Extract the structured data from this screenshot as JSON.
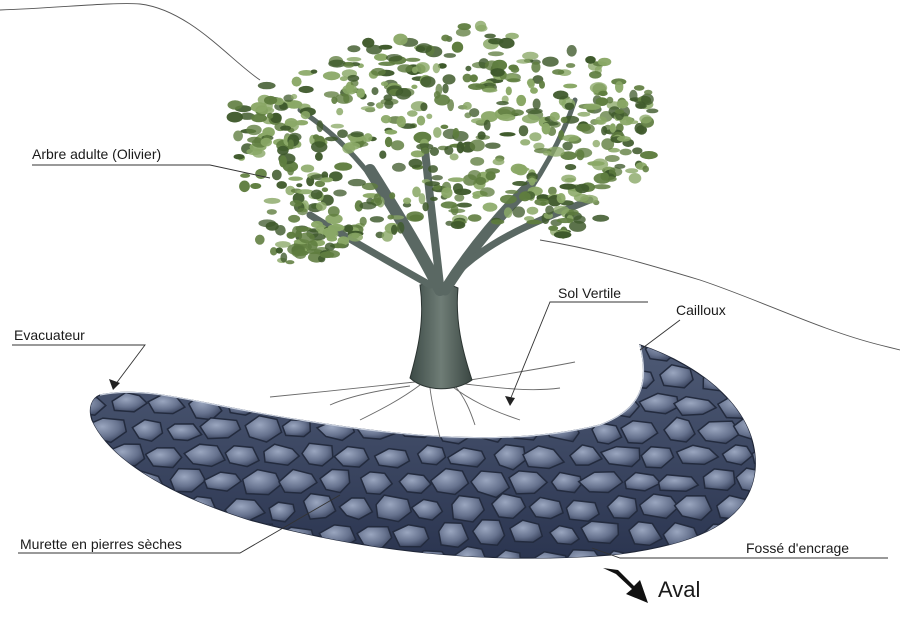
{
  "diagram": {
    "labels": {
      "tree": "Arbre adulte (Olivier)",
      "soil": "Sol Vertile",
      "outlet": "Evacuateur",
      "pebbles": "Cailloux",
      "wall": "Murette en pierres sèches",
      "trench": "Fossé d'encrage",
      "downstream": "Aval"
    },
    "colors": {
      "stone_dark": "#2f3a52",
      "stone_mid": "#5d6a86",
      "stone_light": "#8592ad",
      "foliage_dark": "#3f5a2c",
      "foliage_mid": "#5f7d3f",
      "foliage_light": "#8aa866",
      "trunk": "#4c5a55",
      "leader_line": "#333333"
    }
  }
}
